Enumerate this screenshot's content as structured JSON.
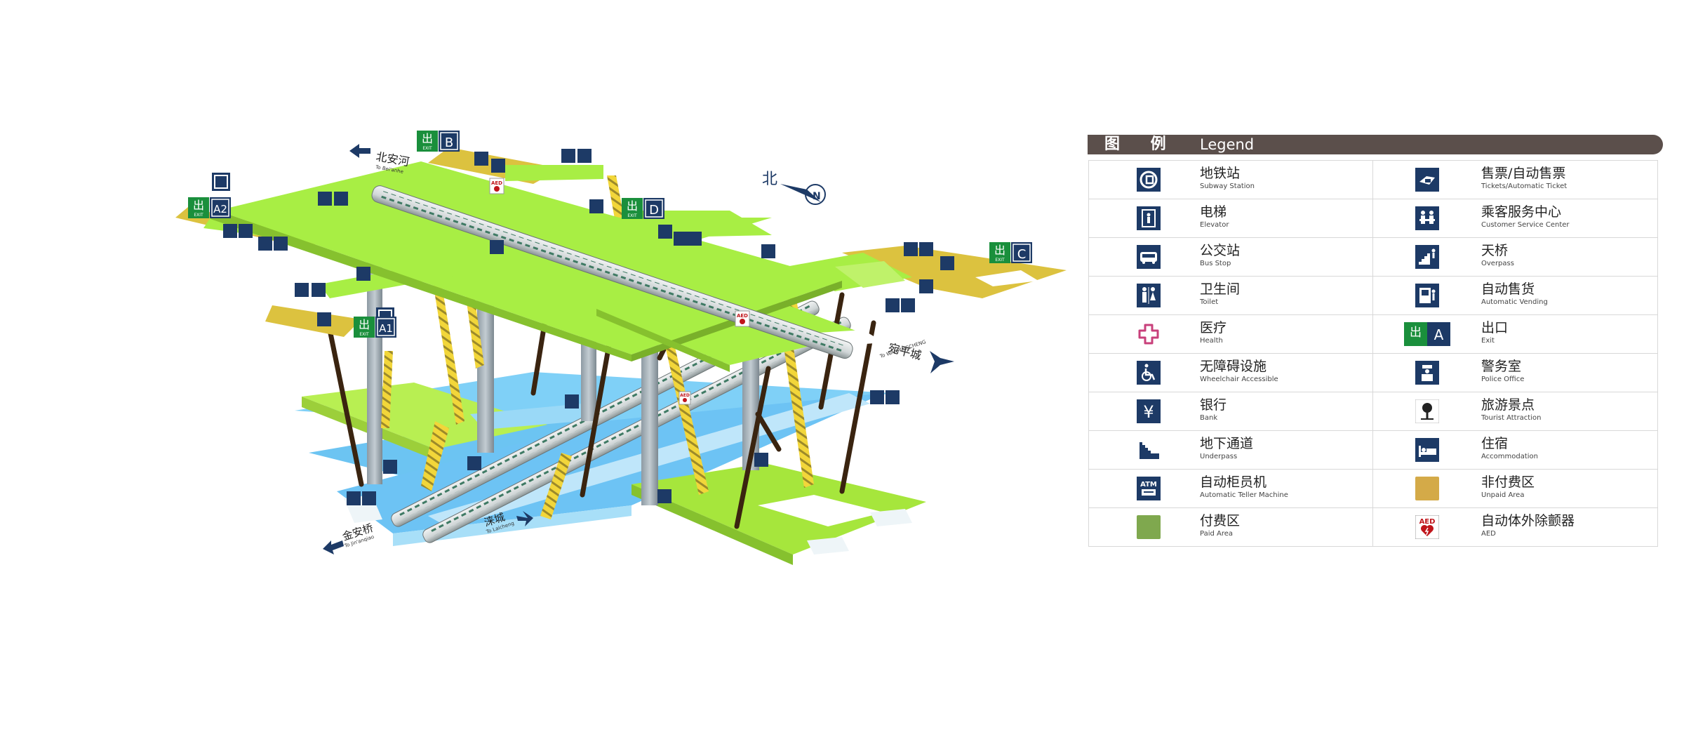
{
  "map": {
    "compass": {
      "label": "北",
      "letter": "N"
    },
    "directions": [
      {
        "cn": "北安河",
        "en": "To Bei'anhe"
      },
      {
        "cn": "宛平城",
        "en": "To WANPINGCHENG"
      },
      {
        "cn": "金安桥",
        "en": "To Jin'anqiao"
      },
      {
        "cn": "涞城",
        "en": "To Laicheng"
      }
    ],
    "exits": [
      {
        "label": "B",
        "exit_cn": "出",
        "exit_en": "EXIT"
      },
      {
        "label": "D",
        "exit_cn": "出",
        "exit_en": "EXIT"
      },
      {
        "label": "C",
        "exit_cn": "出",
        "exit_en": "EXIT"
      },
      {
        "label": "A2",
        "exit_cn": "出",
        "exit_en": "EXIT"
      },
      {
        "label": "A1",
        "exit_cn": "出",
        "exit_en": "EXIT"
      }
    ],
    "aed_label": "AED"
  },
  "legend": {
    "title_cn": "图 例",
    "title_en": "Legend",
    "items_left": [
      {
        "cn": "地铁站",
        "en": "Subway Station",
        "icon": "subway-logo-icon"
      },
      {
        "cn": "电梯",
        "en": "Elevator",
        "icon": "elevator-icon"
      },
      {
        "cn": "公交站",
        "en": "Bus Stop",
        "icon": "bus-icon"
      },
      {
        "cn": "卫生间",
        "en": "Toilet",
        "icon": "toilet-icon"
      },
      {
        "cn": "医疗",
        "en": "Health",
        "icon": "health-cross-icon"
      },
      {
        "cn": "无障碍设施",
        "en": "Wheelchair Accessible",
        "icon": "wheelchair-icon"
      },
      {
        "cn": "银行",
        "en": "Bank",
        "icon": "bank-yen-icon"
      },
      {
        "cn": "地下通道",
        "en": "Underpass",
        "icon": "underpass-icon"
      },
      {
        "cn": "自动柜员机",
        "en": "Automatic Teller Machine",
        "icon": "atm-icon",
        "icon_text": "ATM"
      },
      {
        "cn": "付费区",
        "en": "Paid Area",
        "icon": "paid-area-swatch",
        "color": "#7fa84e"
      }
    ],
    "items_right": [
      {
        "cn": "售票/自动售票",
        "en": "Tickets/Automatic Ticket",
        "icon": "ticket-icon"
      },
      {
        "cn": "乘客服务中心",
        "en": "Customer Service Center",
        "icon": "service-center-icon"
      },
      {
        "cn": "天桥",
        "en": "Overpass",
        "icon": "overpass-icon"
      },
      {
        "cn": "自动售货",
        "en": "Automatic Vending",
        "icon": "vending-icon"
      },
      {
        "cn": "出口",
        "en": "Exit",
        "icon": "exit-a-icon",
        "icon_text": "A",
        "icon_text_cn": "出"
      },
      {
        "cn": "警务室",
        "en": "Police Office",
        "icon": "police-icon"
      },
      {
        "cn": "旅游景点",
        "en": "Tourist Attraction",
        "icon": "tourist-tree-icon"
      },
      {
        "cn": "住宿",
        "en": "Accommodation",
        "icon": "bed-icon"
      },
      {
        "cn": "非付费区",
        "en": "Unpaid Area",
        "icon": "unpaid-area-swatch",
        "color": "#d4aa48"
      },
      {
        "cn": "自动体外除颤器",
        "en": "AED",
        "icon": "aed-icon",
        "icon_text": "AED"
      }
    ]
  },
  "colors": {
    "navy": "#1d3a66",
    "paid_green": "#a4e83c",
    "unpaid_yellow": "#dcc23f",
    "exit_green": "#1a8f3c",
    "header_brown": "#5b4f4b",
    "water_blue": "#7cc8f4"
  }
}
